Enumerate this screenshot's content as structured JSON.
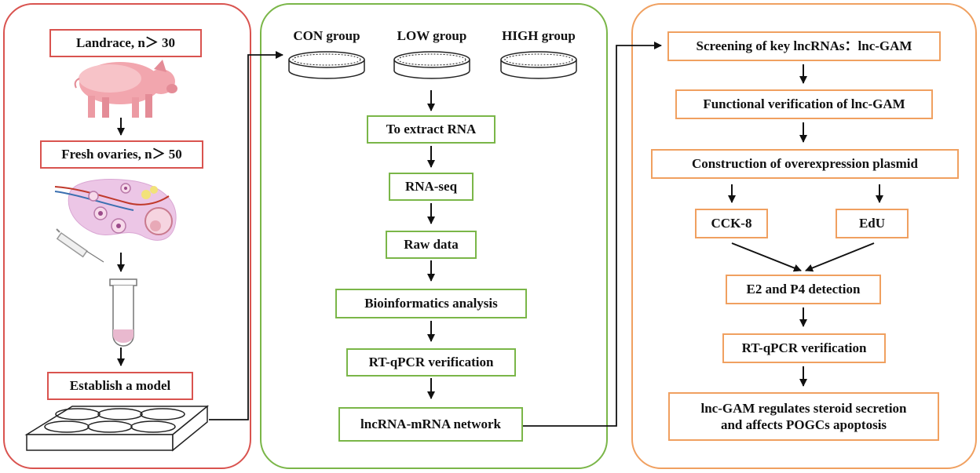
{
  "colors": {
    "left": "#d9534f",
    "middle": "#7ab648",
    "right": "#f0a060"
  },
  "left": {
    "steps": [
      "Landrace, n＞ 30",
      "Fresh ovaries, n＞ 50",
      "Establish a model"
    ],
    "icons": [
      "pig-icon",
      "ovary-icon",
      "syringe-icon",
      "test-tube-icon",
      "culture-plate-icon"
    ]
  },
  "middle": {
    "groups": [
      "CON group",
      "LOW group",
      "HIGH group"
    ],
    "steps": [
      "To extract RNA",
      "RNA-seq",
      "Raw data",
      "Bioinformatics analysis",
      "RT-qPCR verification",
      "lncRNA-mRNA network"
    ]
  },
  "right": {
    "steps": [
      "Screening of key lncRNAs：lnc-GAM",
      "Functional verification of lnc-GAM",
      "Construction of overexpression plasmid",
      "CCK-8",
      "EdU",
      "E2 and P4 detection",
      "RT-qPCR verification"
    ],
    "final": [
      "lnc-GAM regulates steroid secretion",
      "and affects POGCs apoptosis"
    ]
  }
}
